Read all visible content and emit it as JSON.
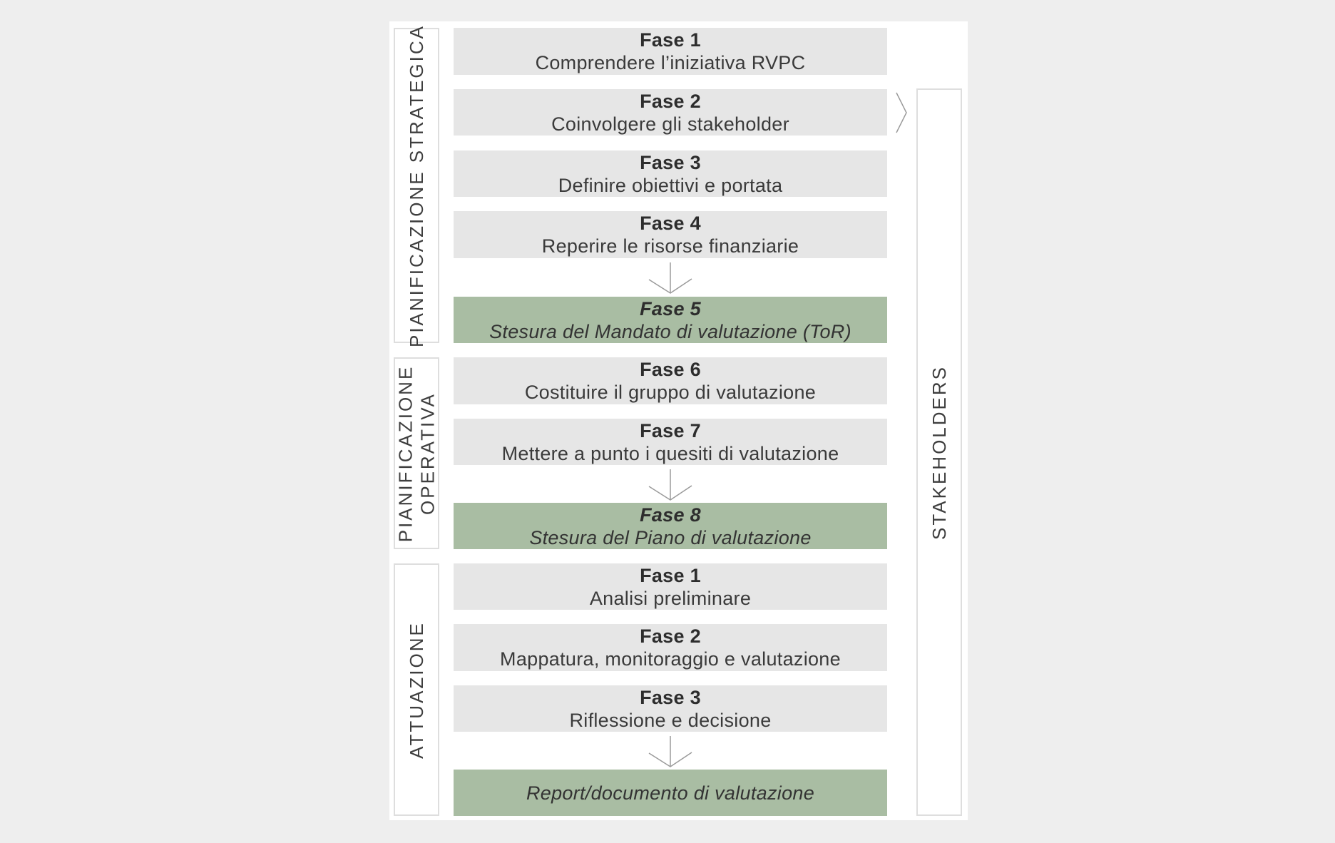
{
  "colors": {
    "background": "#eeeeee",
    "panel": "#ffffff",
    "phase_box_gray": "#e6e6e6",
    "phase_box_green": "#a9bda3",
    "label_border": "#dedede",
    "arrow_gray": "#9a9a9a",
    "text_dark": "#2d2d2d"
  },
  "icons": {
    "flow_arrow": "arrow-down-icon",
    "stakeholder_link": "chevron-right-icon"
  },
  "side_labels": [
    {
      "lines": [
        "PIANIFICAZIONE STRATEGICA"
      ]
    },
    {
      "lines": [
        "PIANIFICAZIONE",
        "OPERATIVA"
      ]
    },
    {
      "lines": [
        "ATTUAZIONE"
      ]
    }
  ],
  "right_label": "STAKEHOLDERS",
  "phases": [
    {
      "title": "Fase 1",
      "desc": "Comprendere l’iniziativa RVPC",
      "style": "gray"
    },
    {
      "title": "Fase 2",
      "desc": "Coinvolgere gli stakeholder",
      "style": "gray"
    },
    {
      "title": "Fase 3",
      "desc": "Definire obiettivi e portata",
      "style": "gray"
    },
    {
      "title": "Fase 4",
      "desc": "Reperire le risorse finanziarie",
      "style": "gray"
    },
    {
      "title": "Fase 5",
      "desc": "Stesura del Mandato di valutazione (ToR)",
      "style": "green"
    },
    {
      "title": "Fase 6",
      "desc": "Costituire il gruppo di valutazione",
      "style": "gray"
    },
    {
      "title": "Fase 7",
      "desc": "Mettere a punto i quesiti di valutazione",
      "style": "gray"
    },
    {
      "title": "Fase 8",
      "desc": "Stesura del Piano di valutazione",
      "style": "green"
    },
    {
      "title": "Fase 1",
      "desc": "Analisi preliminare",
      "style": "gray"
    },
    {
      "title": "Fase 2",
      "desc": "Mappatura, monitoraggio e valutazione",
      "style": "gray"
    },
    {
      "title": "Fase 3",
      "desc": "Riflessione e decisione",
      "style": "gray"
    },
    {
      "title": "",
      "desc": "Report/documento di valutazione",
      "style": "green"
    }
  ]
}
